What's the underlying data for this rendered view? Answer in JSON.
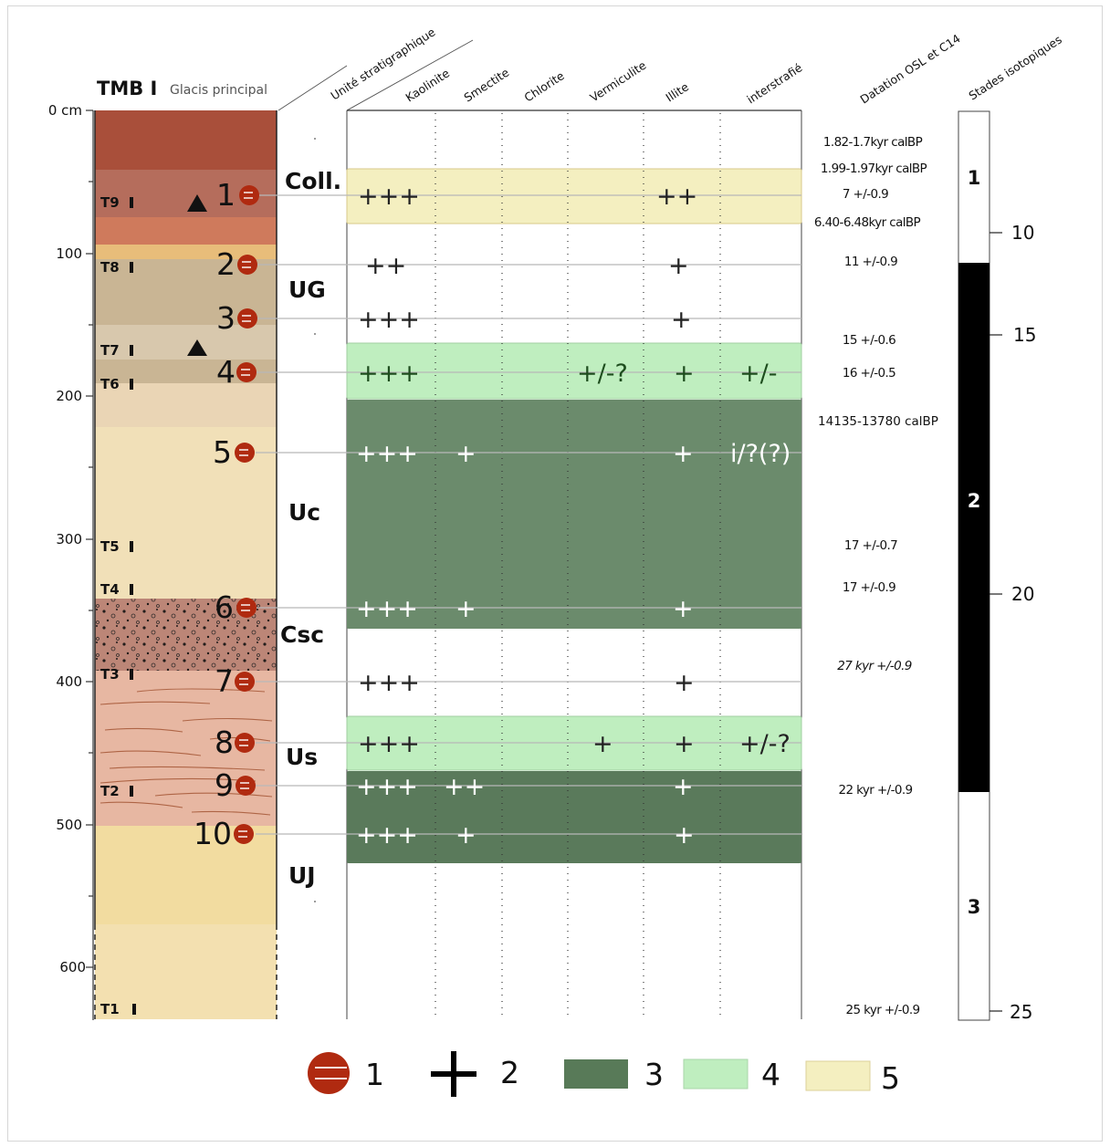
{
  "title": {
    "main": "TMB I",
    "sub": "Glacis principal"
  },
  "column_headers": [
    "Unité stratigraphique",
    "Kaolinite",
    "Smectite",
    "Chlorite",
    "Vermiculite",
    "Illite",
    "interstrafié",
    "Datation OSL et C14",
    "Stades isotopiques"
  ],
  "depth_axis": {
    "unit_label": "0 cm",
    "ticks": [
      "100",
      "200",
      "300",
      "400",
      "500",
      "600"
    ]
  },
  "strata_units": [
    "Coll.",
    "UG",
    "Uc",
    "Csc",
    "Us",
    "UJ"
  ],
  "layer_labels": [
    "T9",
    "T8",
    "T7",
    "T6",
    "T5",
    "T4",
    "T3",
    "T2",
    "T1"
  ],
  "samples": [
    {
      "id": "1",
      "kaolinite": "+++",
      "smectite": "",
      "vermiculite": "",
      "illite": "++",
      "interstratifie": "",
      "fill": "yellow"
    },
    {
      "id": "2",
      "kaolinite": "++",
      "smectite": "",
      "vermiculite": "",
      "illite": "+",
      "interstratifie": "",
      "fill": "none"
    },
    {
      "id": "3",
      "kaolinite": "+++",
      "smectite": "",
      "vermiculite": "",
      "illite": "+",
      "interstratifie": "",
      "fill": "none"
    },
    {
      "id": "4",
      "kaolinite": "+++",
      "smectite": "",
      "vermiculite": "+/-?",
      "illite": "+",
      "interstratifie": "+/-",
      "fill": "lightgreen"
    },
    {
      "id": "5",
      "kaolinite": "+++",
      "smectite": "+",
      "vermiculite": "",
      "illite": "+",
      "interstratifie": "i/?(?)",
      "fill": "darkgreen"
    },
    {
      "id": "6",
      "kaolinite": "+++",
      "smectite": "+",
      "vermiculite": "",
      "illite": "+",
      "interstratifie": "",
      "fill": "darkgreen"
    },
    {
      "id": "7",
      "kaolinite": "+++",
      "smectite": "",
      "vermiculite": "",
      "illite": "+",
      "interstratifie": "",
      "fill": "none"
    },
    {
      "id": "8",
      "kaolinite": "+++",
      "smectite": "",
      "vermiculite": "+",
      "illite": "+",
      "interstratifie": "+/-?",
      "fill": "lightgreen"
    },
    {
      "id": "9",
      "kaolinite": "+++",
      "smectite": "++",
      "vermiculite": "",
      "illite": "+",
      "interstratifie": "",
      "fill": "darkgreen"
    },
    {
      "id": "10",
      "kaolinite": "+++",
      "smectite": "+",
      "vermiculite": "",
      "illite": "+",
      "interstratifie": "",
      "fill": "darkgreen"
    }
  ],
  "dates": [
    "1.82-1.7kyr calBP",
    "1.99-1.97kyr calBP",
    "7 +/-0.9",
    "6.40-6.48kyr calBP",
    "11 +/-0.9",
    "15 +/-0.6",
    "16 +/-0.5",
    "14135-13780 calBP",
    "17 +/-0.7",
    "17 +/-0.9",
    "27 kyr +/-0.9",
    "22 kyr +/-0.9",
    "25 kyr +/-0.9"
  ],
  "isotope_stages": {
    "stages": [
      "1",
      "2",
      "3"
    ],
    "ticks": [
      "10",
      "15",
      "20",
      "25"
    ]
  },
  "legend": [
    {
      "label": "1",
      "symbol": "sample-dot"
    },
    {
      "label": "2",
      "symbol": "plus"
    },
    {
      "label": "3",
      "symbol": "dark-green-box"
    },
    {
      "label": "4",
      "symbol": "light-green-box"
    },
    {
      "label": "5",
      "symbol": "yellow-box"
    }
  ],
  "colors": {
    "dark_green": "#6b8b6c",
    "dark_green_2": "#5a7a5b",
    "light_green": "#bfeebf",
    "yellow": "#f4efc0",
    "sample_red": "#b02a10"
  }
}
